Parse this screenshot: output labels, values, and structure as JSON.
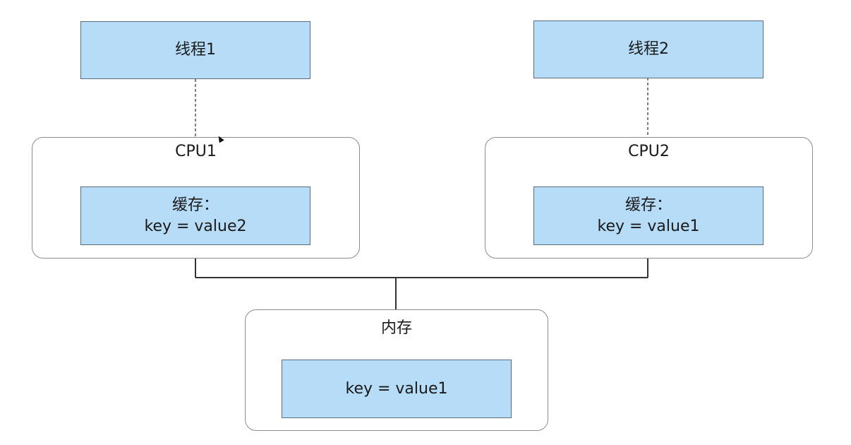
{
  "threads": [
    {
      "label": "线程1"
    },
    {
      "label": "线程2"
    }
  ],
  "cpus": [
    {
      "title": "CPU1",
      "cache_label": "缓存：",
      "cache_value": "key = value2"
    },
    {
      "title": "CPU2",
      "cache_label": "缓存：",
      "cache_value": "key = value1"
    }
  ],
  "memory": {
    "title": "内存",
    "value": "key = value1"
  },
  "colors": {
    "box_fill": "#b7dcf7",
    "box_border": "#5c6b78",
    "container_border": "#8c8c8c",
    "connector": "#333333"
  }
}
